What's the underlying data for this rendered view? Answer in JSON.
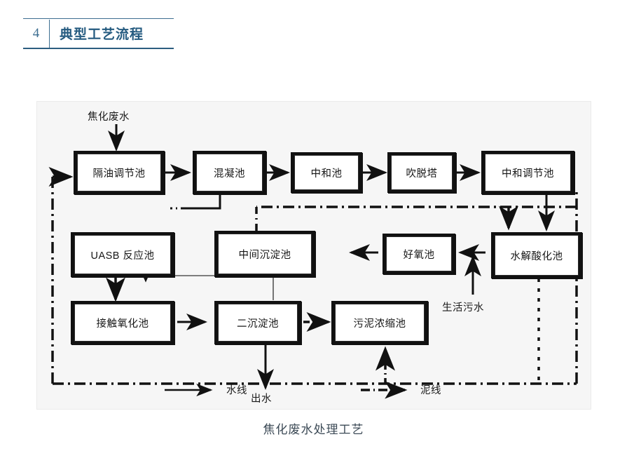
{
  "header": {
    "number": "4",
    "title": "典型工艺流程"
  },
  "figure": {
    "caption": "焦化废水处理工艺",
    "inlet_label": "焦化废水",
    "outlet_label": "出水",
    "sewage_label": "生活污水",
    "nodes": [
      {
        "id": "oil-separation-tank",
        "label": "隔油调节池"
      },
      {
        "id": "coagulation-tank",
        "label": "混凝池"
      },
      {
        "id": "neutralization-tank",
        "label": "中和池"
      },
      {
        "id": "stripping-tower",
        "label": "吹脱塔"
      },
      {
        "id": "neutral-regulate-tank",
        "label": "中和调节池"
      },
      {
        "id": "uasb-reactor",
        "label": "UASB 反应池"
      },
      {
        "id": "intermediate-settler",
        "label": "中间沉淀池"
      },
      {
        "id": "aerobic-tank",
        "label": "好氧池"
      },
      {
        "id": "hydrolysis-acid-tank",
        "label": "水解酸化池"
      },
      {
        "id": "contact-oxidation-tank",
        "label": "接触氧化池"
      },
      {
        "id": "secondary-settler",
        "label": "二沉淀池"
      },
      {
        "id": "sludge-thickener",
        "label": "污泥浓缩池"
      }
    ],
    "legend": [
      {
        "id": "water-line",
        "label": "水线",
        "style": "solid"
      },
      {
        "id": "sludge-line",
        "label": "泥线",
        "style": "dash-dot"
      }
    ]
  },
  "colors": {
    "accent": "#255b80",
    "rule": "#3d6e91",
    "caption": "#3c4a56",
    "figure_bg": "#f6f6f6",
    "line": "#111111"
  }
}
